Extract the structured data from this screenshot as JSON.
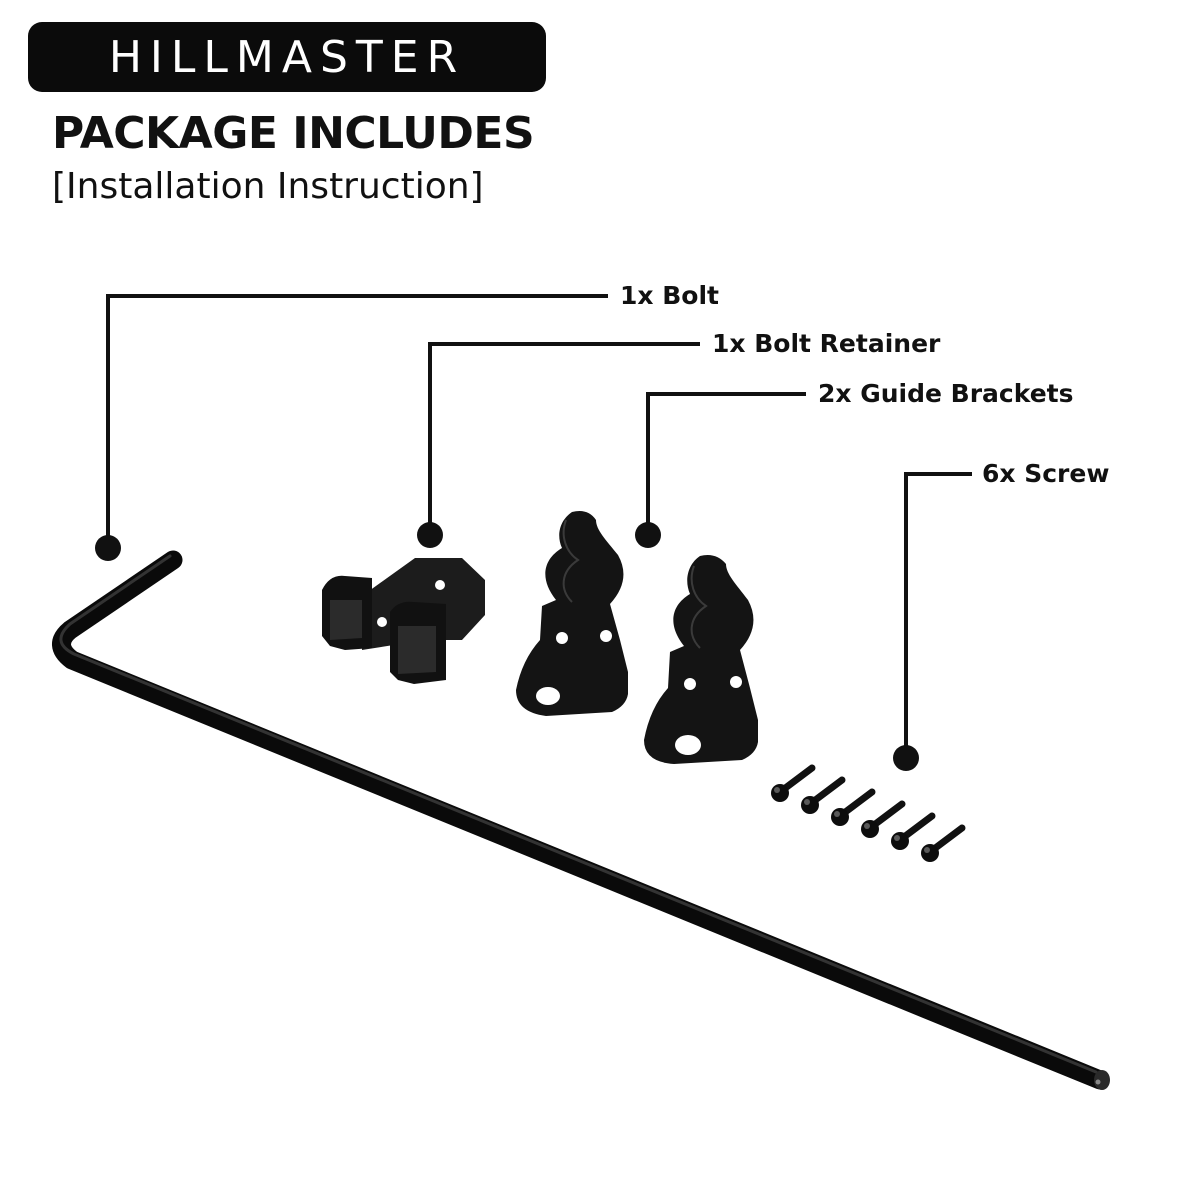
{
  "brand": {
    "name": "HILLMASTER"
  },
  "header": {
    "title": "PACKAGE INCLUDES",
    "subtitle": "[Installation Instruction]"
  },
  "parts": [
    {
      "label": "1x Bolt"
    },
    {
      "label": "1x Bolt Retainer"
    },
    {
      "label": "2x Guide Brackets"
    },
    {
      "label": "6x Screw"
    }
  ],
  "colors": {
    "ink": "#111111",
    "badge": "#0b0b0b",
    "hardware": "#1a1a1a",
    "highlight": "#4a4a4a"
  }
}
